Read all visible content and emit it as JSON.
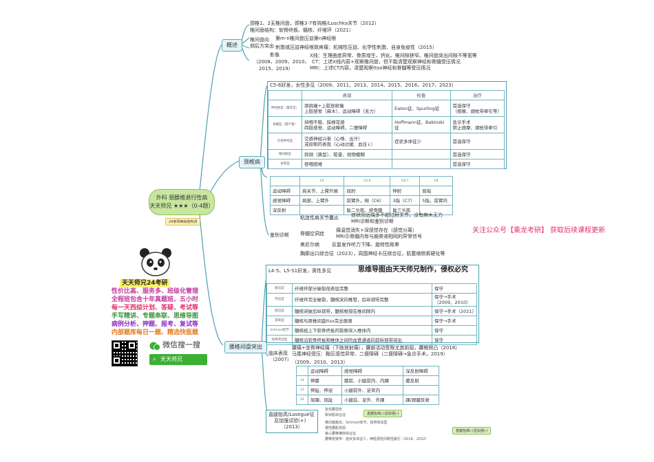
{
  "central": {
    "line1": "外科 颈腰椎退行性病",
    "line2": "天天师兄 ★★★（0-4题）",
    "tag": "24考研西综结构讲"
  },
  "overview": {
    "node": "概述",
    "l1": "颈椎1、2无椎间盘，颈椎3-7有钩椎/Luschka关节（2012）",
    "l2": "椎间盘结构：软骨终板、髓核、纤维环（2021）",
    "l3a": "椎间盘向",
    "l3b": "侧后方突出",
    "l4": "第m-n椎间盘压迫第n神经根",
    "l5": "刺激或压迫神经根致疼痛：机械性压迫、化学性刺激、自身免疫性（2015）",
    "img_a": "影像",
    "img_b": "（2008、2009、2010、",
    "img_c": "2015、2019）",
    "x": "X线：生理曲度异常、骨质增生、钙化、椎间隙狭窄、椎间盘突出间隙不等宽等",
    "ct": "CT：上述X线内容+观察椎间盘，但不能清楚观察神经和脊髓受压情况",
    "mri": "MRI：上述CT内容，清楚观察ttsx神经和脊髓等受压情况"
  },
  "cervical": {
    "node": "颈椎病",
    "title": "C5-6好发，女性多见（2009、2011、2013、2014、2015、2016、2017、2023）",
    "headers": [
      "表现",
      "检查",
      "治疗"
    ],
    "rows": [
      {
        "type": "神经根型（最常见）",
        "sym": "颈肩痛+上肢放射痛\n上肢感觉（麻木）、运动障碍（无力）",
        "exam": "Eaton征、Spurling征",
        "tx": "首选保守\n（按摩、颌枕带牵引等）"
      },
      {
        "type": "脊髓型（最严重）",
        "sym": "持物不稳、踩棉花感\n四肢感觉、运动障碍，二便障碍",
        "exam": "Hoffmann征、Babinski征",
        "tx": "急诊手术\n禁止按摩、颌枕带牵引"
      },
      {
        "type": "交感神经型",
        "sym": "交感神经兴奋（心悸、出汗）\n或抑制的表现（心动过缓、血压↓）",
        "exam": "症状多体征少",
        "tx": "首选保守"
      },
      {
        "type": "椎动脉型",
        "sym": "猝倒（典型）、眩晕、视物模糊",
        "exam": "",
        "tx": "首选保守"
      },
      {
        "type": "食管型",
        "sym": "吞咽困难",
        "exam": "",
        "tx": "首选保守"
      }
    ],
    "root_cols": [
      "",
      "C5",
      "C5-6",
      "C6-7",
      "C8"
    ],
    "root_rows": [
      [
        "运动障碍",
        "肩关节、上臂外展",
        "屈肘",
        "伸肘",
        "屈指"
      ],
      [
        "感觉障碍",
        "肩部、上臂外",
        "前臂外，拇（C6）",
        "3指（C7）",
        "5指，前臂内"
      ],
      [
        "深反射",
        "",
        "肱二头肌、桡骨膜",
        "肱三头肌",
        ""
      ]
    ],
    "diff_label": "鉴别诊断",
    "d1": "粘连性肩关节囊炎",
    "d1a": "症状向远端多不超过肘关节，没有麻木无力",
    "d1b": "MRI诊断和鉴别诊断",
    "d2": "脊髓空洞症",
    "d2a": "痛温觉消失+深感觉存在（感觉分离）",
    "d2b": "MRI示脊髓内有与脑脊液相同的异常信号",
    "d3": "美尼尔病",
    "d3a": "反复发作听力下降、旋转性眩晕",
    "d4": "胸廓出口综合征（2023），周围神经卡压综合征，肌萎缩侧索硬化等"
  },
  "lumbar": {
    "node": "腰椎间盘突出",
    "title": "L4-5、L5-S1好发，男性多见",
    "watermark": "思维导图由天天师兄制作，侵权必究",
    "rows": [
      {
        "type": "膨出型",
        "desc": "纤维环部分破裂但表层完整",
        "tx": "保守"
      },
      {
        "type": "突出型",
        "desc": "纤维环完全破裂，髓核突向椎管，后纵韧带完整",
        "tx": "保守→手术（2009、2010）"
      },
      {
        "type": "脱出型",
        "desc": "髓核突破后纵韧带，髓核根部在椎间隙内",
        "tx": "保守→手术（2021）"
      },
      {
        "type": "游离型",
        "desc": "髓核与原椎间盘ttsx完全脱离",
        "tx": "保守→手术"
      },
      {
        "type": "Schmorl结节",
        "desc": "髓核经上下软骨终板的裂隙突入椎体内",
        "tx": "保守"
      },
      {
        "type": "经骨突出型",
        "desc": "髓核沿软骨终板和椎体之间的血管通道向前纵韧带突出",
        "tx": "保守"
      }
    ],
    "clin_a": "临床表现",
    "clin_b": "（2007）",
    "c1": "腰痛+坐骨神经痛（下肢放射痛），腰部活动受限尤其前屈，腰椎侧凸（2018）",
    "c2": "马尾神经受压：鞍区感觉异常、二便障碍（二便障碍→急诊手术，2019）",
    "c3": "（2009、2010、2013）",
    "level_cols": [
      "",
      "运动障碍",
      "感觉障碍",
      "深反射障碍"
    ],
    "level_rows": [
      [
        "L4",
        "伸膝",
        "膝前、小腿前内、内踝",
        "膝反射"
      ],
      [
        "L5",
        "伸趾、伸足",
        "小腿前外、足背内",
        ""
      ],
      [
        "S1",
        "屈踝、屈趾",
        "小腿后、足外、外踝",
        "踝/跟腱反射"
      ]
    ],
    "sl_a": "直腿抬高/Lasegue征",
    "sl_b": "及加强试验(+)",
    "sl_c": "（2013）",
    "s1": "急性腰扭伤",
    "s2": "梨状肌综合征",
    "s3": "椎间盘膨出、Schmorl结节、经骨突出型",
    "s4": "慢性腰肌劳损",
    "s5": "第三腰椎横突综合征",
    "s6": "腰椎管狭窄：症状多体征少，神经源性间歇性跛行（2019、2022）",
    "tag1": "直腿抬高(-)且加强(-)",
    "tag2": "直腿抬高(-)且加强(-)"
  },
  "promo": {
    "heading": "天天师兄24考研",
    "lines": [
      {
        "text": "性价比高、服务多、班级化管理",
        "color": "#c0399e"
      },
      {
        "text": "全程班包含十年真题班、五小时",
        "color": "#c0399e"
      },
      {
        "text": "每一天西综计划、答疑、考试等",
        "color": "#e0306a"
      },
      {
        "text": "手写精讲、专题串联、思维导图",
        "color": "#3a8f3a"
      },
      {
        "text": "病例分析、押题、报考、复试等",
        "color": "#8a2fc0"
      },
      {
        "text": "内部题库每日一题、精选快医题",
        "color": "#e07a20"
      }
    ],
    "wechat": "微信搜一搜",
    "search": "天天师兄",
    "notice": "关注公众号【乘龙考研】 获取后续课程更新"
  },
  "colors": {
    "accent": "#4a9fb0",
    "central": "#c8e6a0",
    "notice": "#e0306a",
    "wechat": "#3cb034"
  }
}
